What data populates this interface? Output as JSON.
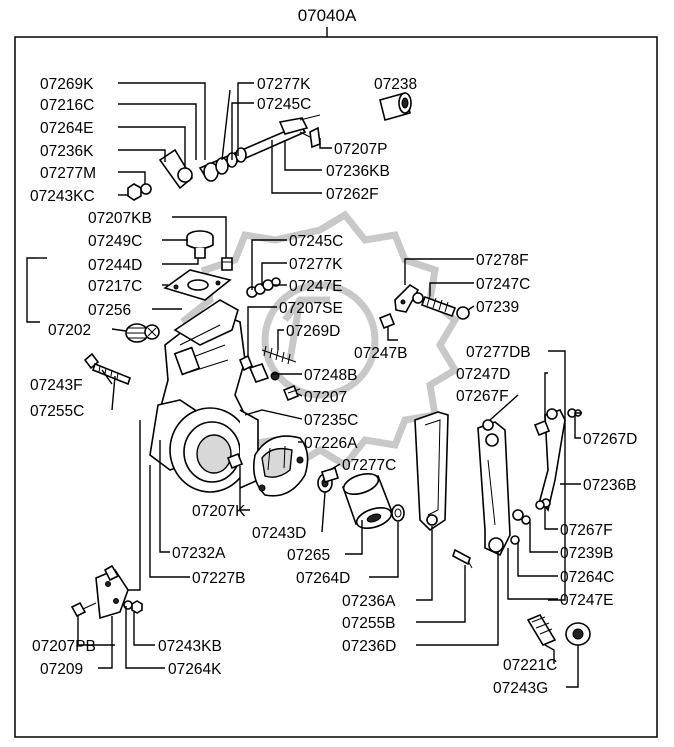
{
  "title": "07040A",
  "labels": {
    "l07269K": "07269K",
    "l07216C": "07216C",
    "l07264E": "07264E",
    "l07236K": "07236K",
    "l07277M": "07277M",
    "l07243KC": "07243KC",
    "l07277K_a": "07277K",
    "l07245C_a": "07245C",
    "l07238": "07238",
    "l07207P": "07207P",
    "l07236KB": "07236KB",
    "l07262F": "07262F",
    "l07207KB": "07207KB",
    "l07249C": "07249C",
    "l07244D": "07244D",
    "l07217C": "07217C",
    "l07256": "07256",
    "l07202": "07202",
    "l07245C_b": "07245C",
    "l07277K_b": "07277K",
    "l07247E_a": "07247E",
    "l07207SE": "07207SE",
    "l07269D": "07269D",
    "l07248B": "07248B",
    "l07207": "07207",
    "l07278F": "07278F",
    "l07247C": "07247C",
    "l07239": "07239",
    "l07247B": "07247B",
    "l07243F": "07243F",
    "l07255C": "07255C",
    "l07277DB": "07277DB",
    "l07247D": "07247D",
    "l07267F_a": "07267F",
    "l07267D": "07267D",
    "l07235C": "07235C",
    "l07226A": "07226A",
    "l07277C": "07277C",
    "l07236B": "07236B",
    "l07207K": "07207K",
    "l07243D": "07243D",
    "l07265": "07265",
    "l07264D": "07264D",
    "l07267F_b": "07267F",
    "l07239B": "07239B",
    "l07264C": "07264C",
    "l07247E_b": "07247E",
    "l07232A": "07232A",
    "l07227B": "07227B",
    "l07236A": "07236A",
    "l07255B": "07255B",
    "l07236D": "07236D",
    "l07207PB": "07207PB",
    "l07209": "07209",
    "l07243KB": "07243KB",
    "l07264K": "07264K",
    "l07221C": "07221C",
    "l07243G": "07243G"
  }
}
